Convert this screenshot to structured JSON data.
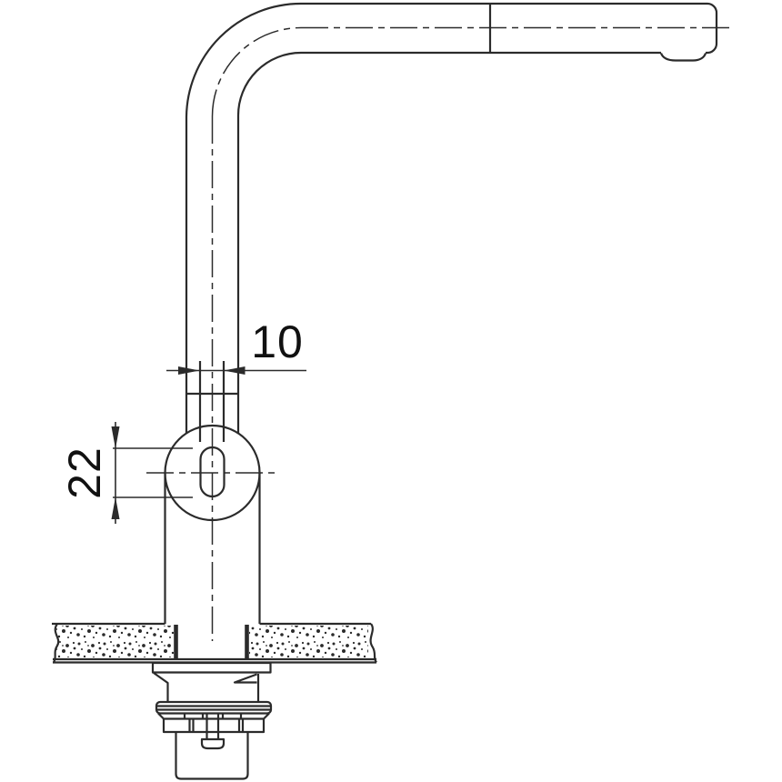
{
  "figure": {
    "type": "technical-line-drawing",
    "subject": "single-lever kitchen faucet side elevation with countertop cross-section and under-counter mounting hardware",
    "background_color": "#ffffff",
    "line_color": "#2b2b2b",
    "text_color": "#111111"
  },
  "dimensions": {
    "spout_tube": {
      "label": "10",
      "orientation": "horizontal"
    },
    "lever_slot": {
      "label": "22",
      "orientation": "vertical"
    }
  }
}
